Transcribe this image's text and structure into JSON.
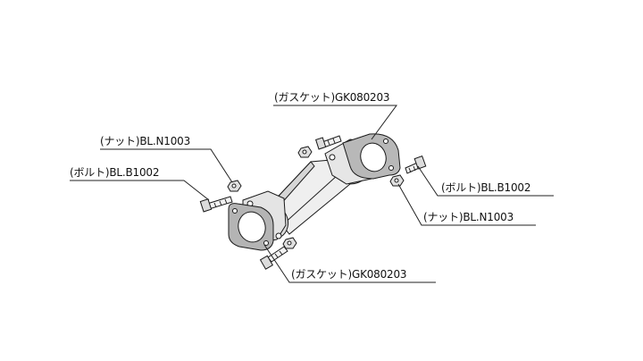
{
  "labels": {
    "gasket_top": "(ガスケット)GK080203",
    "nut_left": "(ナット)BL.N1003",
    "bolt_left": "(ボルト)BL.B1002",
    "bolt_right": "(ボルト)BL.B1002",
    "nut_right": "(ナット)BL.N1003",
    "gasket_bottom": "(ガスケット)GK080203"
  },
  "colors": {
    "line": "#222222",
    "part_fill": "#ececec",
    "part_shade": "#c8c8c8",
    "gasket_fill": "#b8b8b8"
  }
}
